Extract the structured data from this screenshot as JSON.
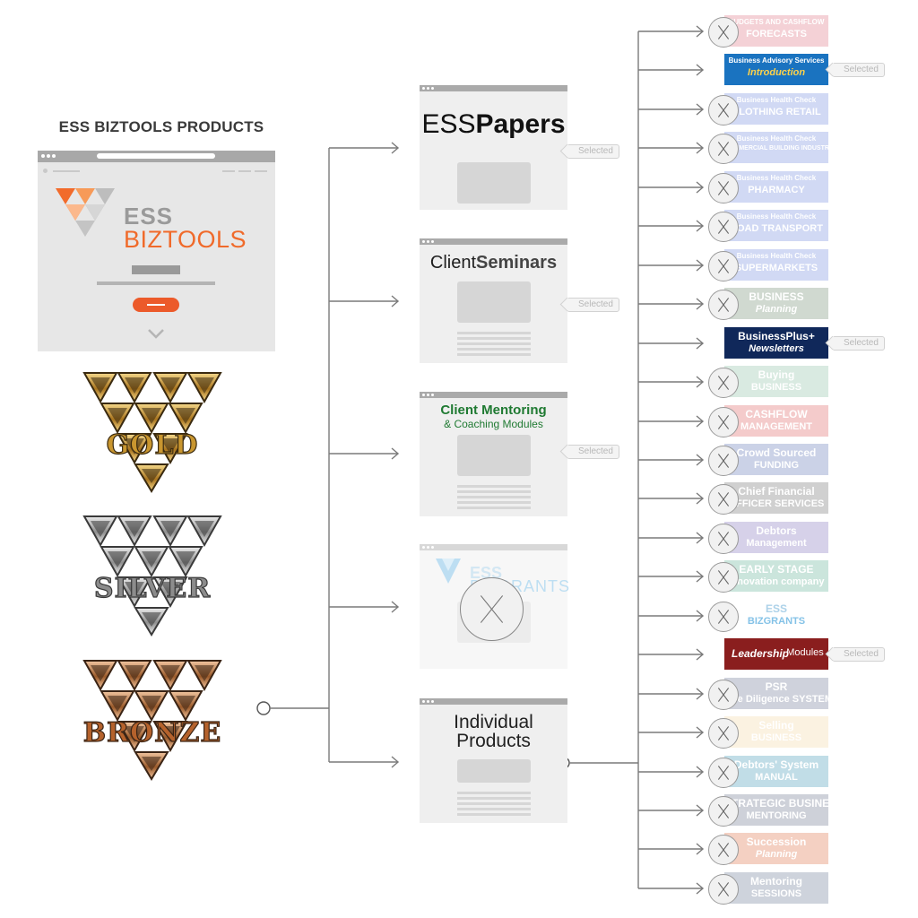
{
  "title": "ESS BIZTOOLS PRODUCTS",
  "main_card": {
    "logo_line1": "ESS",
    "logo_line2": "BIZTOOLS"
  },
  "tiers": [
    {
      "label": "GOLD",
      "color": "#c9962f"
    },
    {
      "label": "SILVER",
      "color": "#8c8c8c"
    },
    {
      "label": "BRONZE",
      "color": "#b5622c"
    }
  ],
  "selected_tag": "Selected",
  "center_products": [
    {
      "line1_a": "ESS",
      "line1_b": "Papers",
      "selected": true
    },
    {
      "line1_a": "Client",
      "line1_b": "Seminars",
      "selected": true
    },
    {
      "line1_a": "Client Mentoring",
      "line1_b": "& Coaching Modules",
      "selected": true
    },
    {
      "line1_a": "ESS",
      "line1_b": "BIZGRANTS",
      "selected": false
    },
    {
      "line1_a": "Individual",
      "line1_b": "Products",
      "selected": false
    }
  ],
  "right_products": [
    {
      "l1": "BUDGETS AND CASHFLOW",
      "l2": "FORECASTS",
      "selected": false,
      "color": "#f3c9cf"
    },
    {
      "l1": "Business Advisory Services",
      "l2": "Introduction",
      "selected": true,
      "color": "#1a73c0"
    },
    {
      "l1": "Business Health Check",
      "l2": "CLOTHING RETAIL",
      "selected": false,
      "color": "#c9d3f3"
    },
    {
      "l1": "Business Health Check",
      "l2": "COMMERCIAL BUILDING INDUSTRY",
      "selected": false,
      "color": "#c9d3f3"
    },
    {
      "l1": "Business Health Check",
      "l2": "PHARMACY",
      "selected": false,
      "color": "#c9d3f3"
    },
    {
      "l1": "Business Health Check",
      "l2": "ROAD TRANSPORT",
      "selected": false,
      "color": "#c9d3f3"
    },
    {
      "l1": "Business Health Check",
      "l2": "SUPERMARKETS",
      "selected": false,
      "color": "#c9d3f3"
    },
    {
      "l1": "BUSINESS",
      "l2": "Planning",
      "selected": false,
      "color": "#c8d3c8"
    },
    {
      "l1": "BusinessPlus+",
      "l2": "Newsletters",
      "selected": true,
      "color": "#10285a"
    },
    {
      "l1": "Buying",
      "l2": "BUSINESS",
      "selected": false,
      "color": "#d3e7dc"
    },
    {
      "l1": "CASHFLOW",
      "l2": "MANAGEMENT",
      "selected": false,
      "color": "#f3c3c3"
    },
    {
      "l1": "Crowd Sourced",
      "l2": "FUNDING",
      "selected": false,
      "color": "#c3cbe3"
    },
    {
      "l1": "Chief Financial",
      "l2": "OFFICER SERVICES",
      "selected": false,
      "color": "#c8c8c8"
    },
    {
      "l1": "Debtors",
      "l2": "Management",
      "selected": false,
      "color": "#cfc9e6"
    },
    {
      "l1": "EARLY STAGE",
      "l2": "innovation company",
      "selected": false,
      "color": "#c3e1d6"
    },
    {
      "l1": "ESS",
      "l2": "BIZGRANTS",
      "selected": false,
      "color": "#ffffff"
    },
    {
      "l1": "Leadership",
      "l2": "Modules",
      "selected": true,
      "color": "#8a1e1e"
    },
    {
      "l1": "PSR",
      "l2": "Due Diligence SYSTEM",
      "selected": false,
      "color": "#c7cbd6"
    },
    {
      "l1": "Selling",
      "l2": "BUSINESS",
      "selected": false,
      "color": "#fbf0dc"
    },
    {
      "l1": "Debtors' System",
      "l2": "MANUAL",
      "selected": false,
      "color": "#b7d8e3"
    },
    {
      "l1": "STRATEGIC BUSINESS",
      "l2": "MENTORING",
      "selected": false,
      "color": "#c6c9d3"
    },
    {
      "l1": "Succession",
      "l2": "Planning",
      "selected": false,
      "color": "#f3c8b8"
    },
    {
      "l1": "Mentoring",
      "l2": "SESSIONS",
      "selected": false,
      "color": "#c6ccd6"
    }
  ]
}
